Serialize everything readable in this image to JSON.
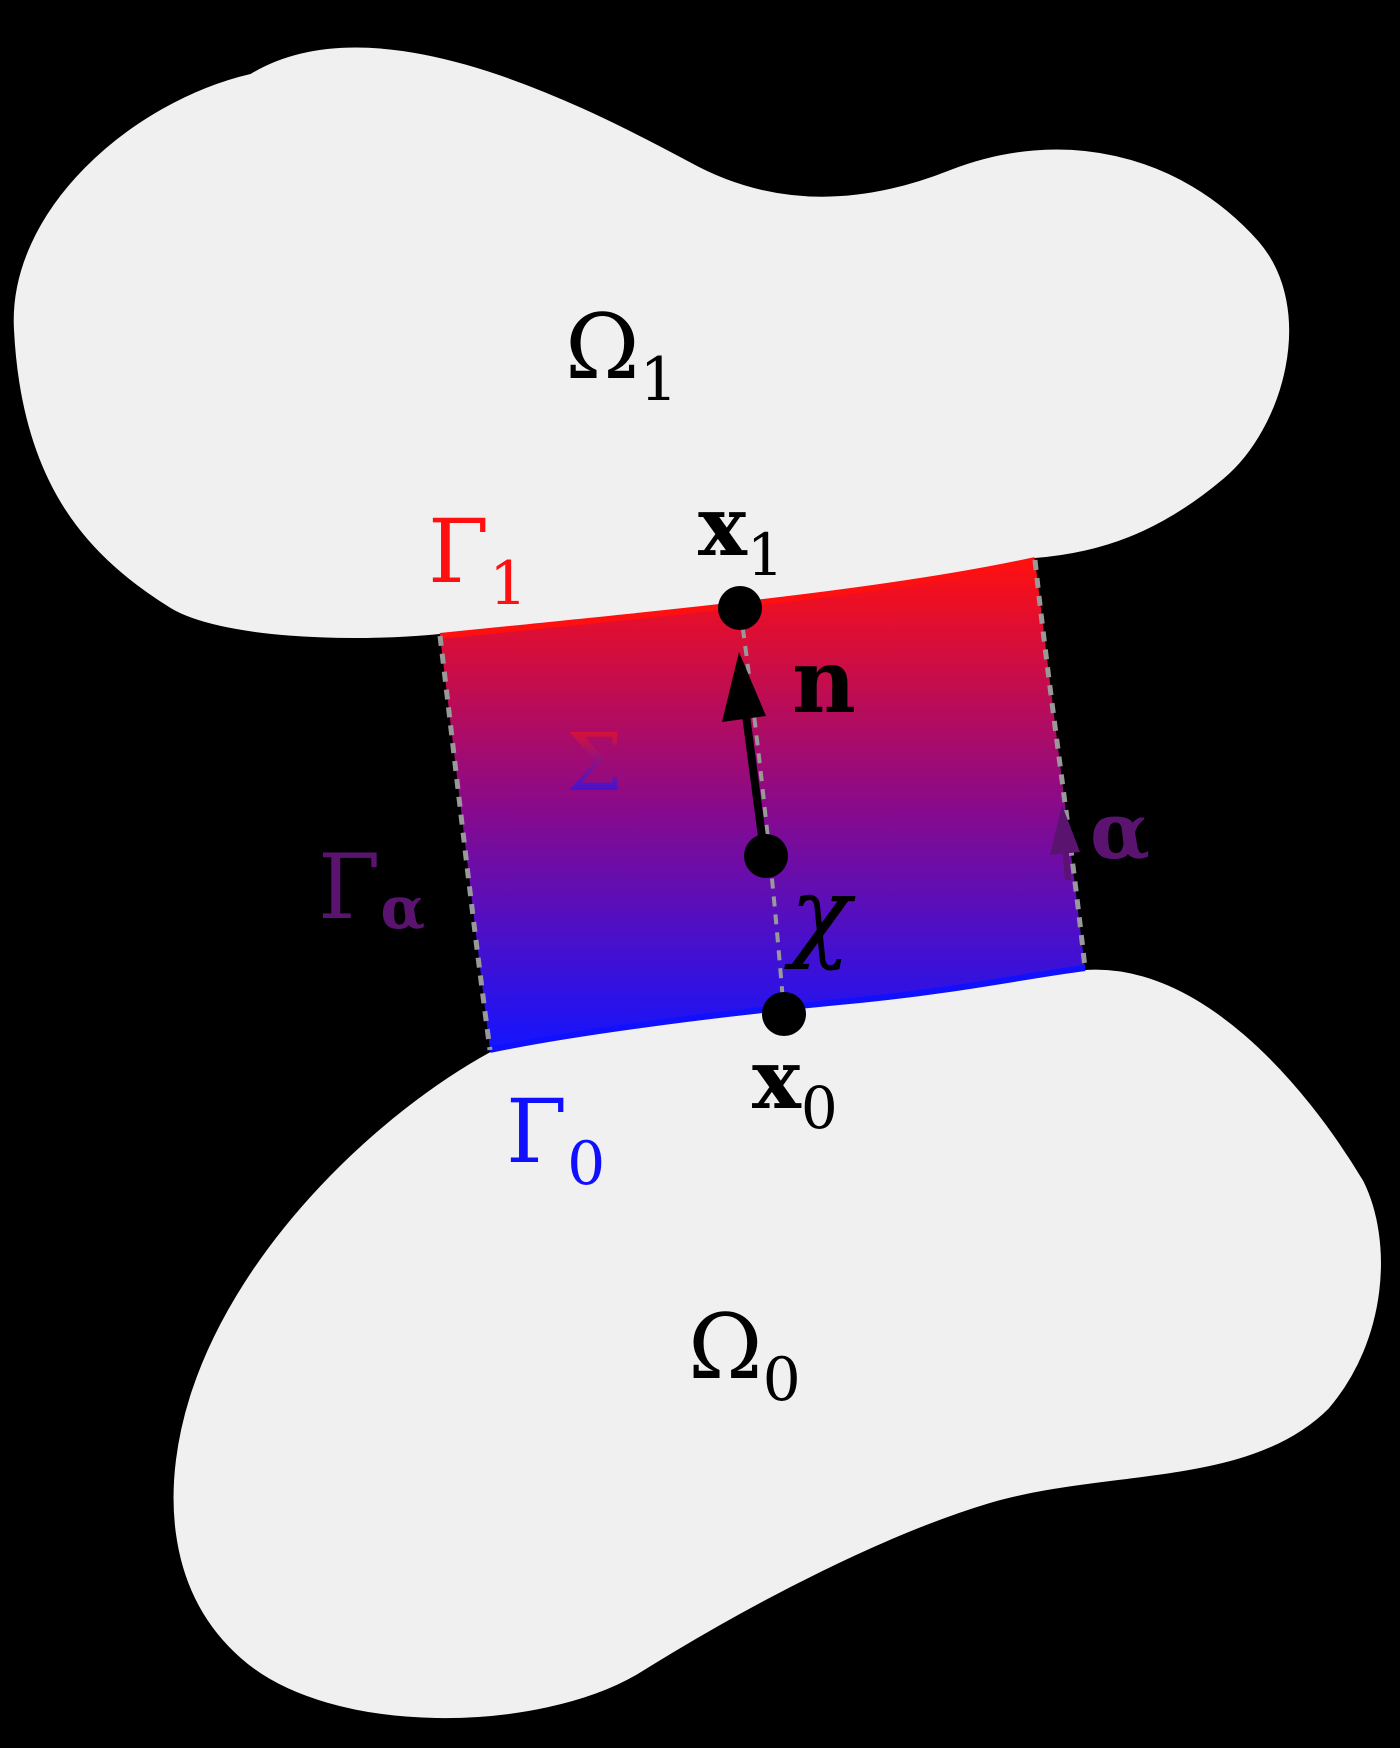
{
  "colors": {
    "background": "#000000",
    "region_fill": "#f0f0f0",
    "gamma1": "#ff1010",
    "gamma0": "#1010ff",
    "gamma_alpha": "#5a1470",
    "sigma_top": "#ff1010",
    "sigma_bottom": "#1414ff",
    "text": "#000000",
    "dashed_edge": "#999999"
  },
  "labels": {
    "omega1": {
      "base": "Ω",
      "sub": "1"
    },
    "omega0": {
      "base": "Ω",
      "sub": "0"
    },
    "gamma1": {
      "base": "Γ",
      "sub": "1"
    },
    "gamma0": {
      "base": "Γ",
      "sub": "0"
    },
    "gamma_alpha": {
      "base": "Γ",
      "sub": "α"
    },
    "sigma": "Σ",
    "alpha": "α",
    "x1": {
      "base": "x",
      "sub": "1"
    },
    "x0": {
      "base": "x",
      "sub": "0"
    },
    "n": "n",
    "chi": "χ"
  }
}
